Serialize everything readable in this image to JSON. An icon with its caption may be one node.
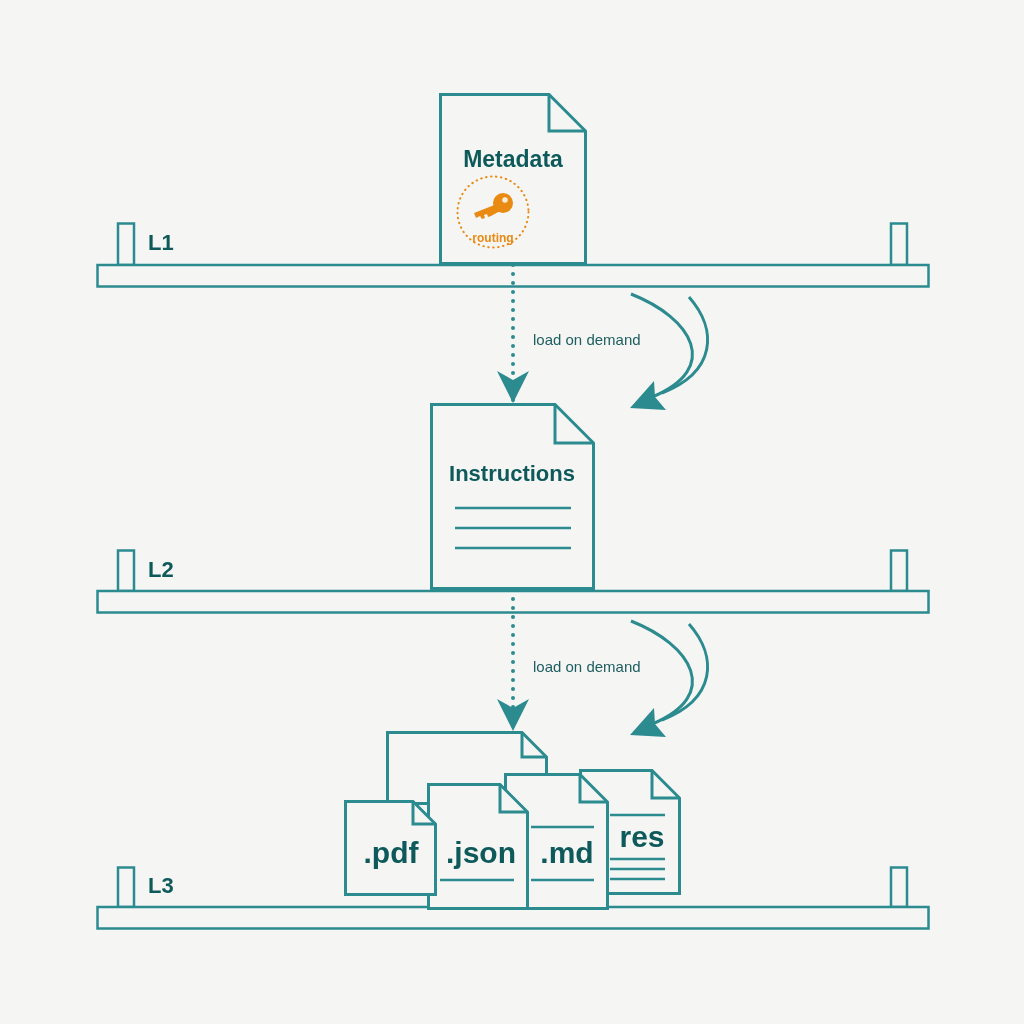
{
  "diagram": {
    "nodes": [
      {
        "text": [
          "Metadata"
        ]
      },
      {
        "text": [
          "routing"
        ],
        "in": 0
      },
      {
        "text": [
          "Instructions"
        ]
      },
      {
        "text": [],
        "shape": "document"
      },
      {
        "text": [
          ".pdf"
        ]
      },
      {
        "text": [
          ".json"
        ]
      },
      {
        "text": [
          ".md"
        ]
      },
      {
        "text": [
          "res"
        ]
      }
    ],
    "edges": [
      {
        "from": 0,
        "to": 2,
        "arrow": "to",
        "style": "dashed",
        "label": "load on demand"
      },
      {
        "from": 2,
        "to": 3,
        "arrow": "to",
        "style": "dashed",
        "label": "load on demand"
      }
    ],
    "labels": [
      "L1",
      "L2",
      "L3"
    ]
  }
}
